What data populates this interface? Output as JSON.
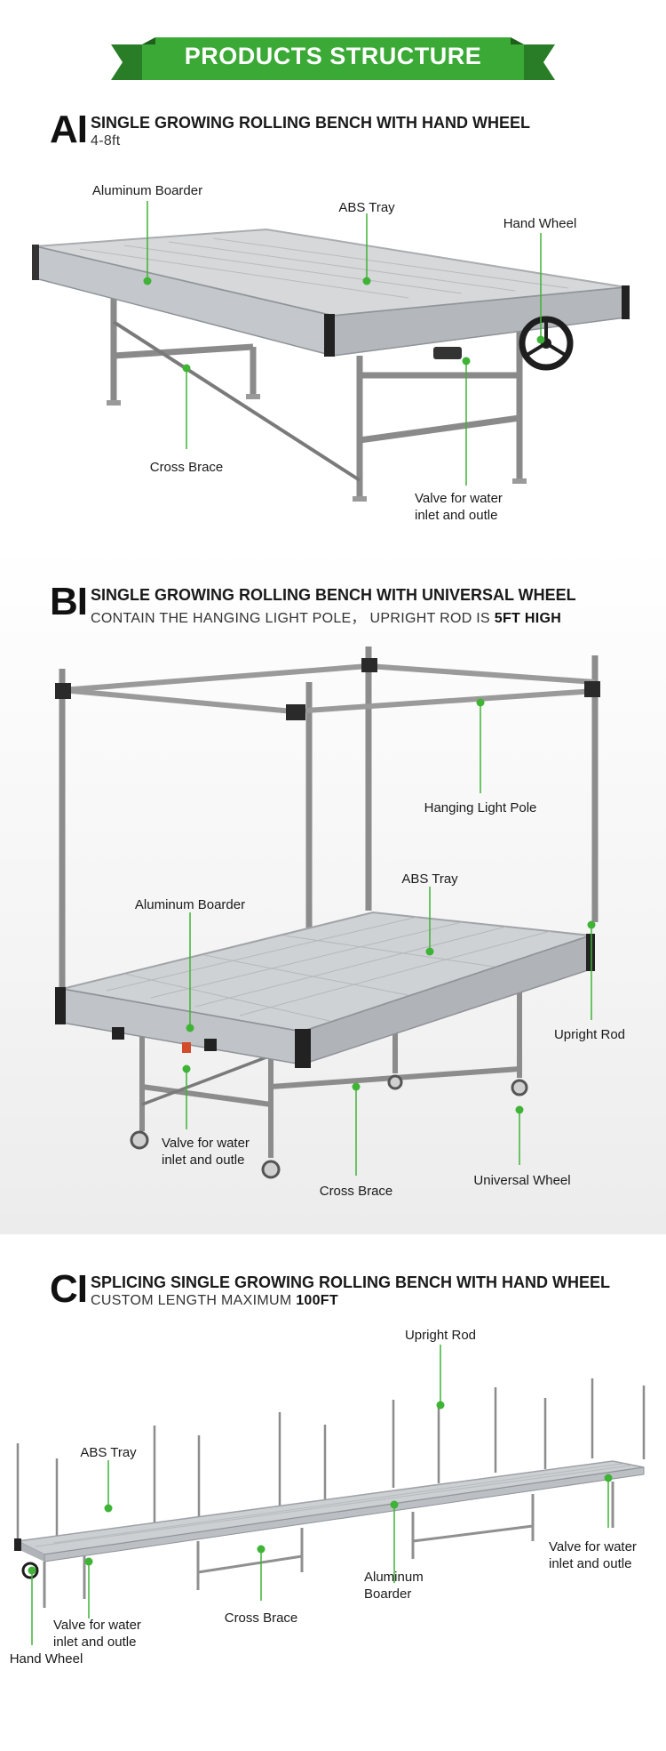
{
  "banner": {
    "title": "PRODUCTS STRUCTURE",
    "color": "#3aa935",
    "shadow": "#2a7d27"
  },
  "accent": "#3fb335",
  "section_a": {
    "letter": "AI",
    "title": "SINGLE GROWING ROLLING BENCH WITH HAND WHEEL",
    "subtitle": "4-8ft",
    "labels": {
      "aluminum_boarder": "Aluminum Boarder",
      "abs_tray": "ABS Tray",
      "hand_wheel": "Hand Wheel",
      "cross_brace": "Cross Brace",
      "valve_line1": "Valve for water",
      "valve_line2": "inlet and outle"
    }
  },
  "section_b": {
    "letter": "BI",
    "title": "SINGLE GROWING ROLLING BENCH WITH UNIVERSAL WHEEL",
    "subtitle_prefix": "CONTAIN THE HANGING LIGHT POLE， UPRIGHT ROD IS ",
    "subtitle_bold": "5FT HIGH",
    "labels": {
      "hanging_light_pole": "Hanging Light Pole",
      "abs_tray": "ABS Tray",
      "aluminum_boarder": "Aluminum Boarder",
      "upright_rod": "Upright Rod",
      "valve_line1": "Valve for water",
      "valve_line2": "inlet and outle",
      "cross_brace": "Cross Brace",
      "universal_wheel": "Universal Wheel"
    }
  },
  "section_c": {
    "letter": "CI",
    "title": "SPLICING SINGLE GROWING ROLLING BENCH WITH HAND WHEEL",
    "subtitle_prefix": "CUSTOM LENGTH MAXIMUM ",
    "subtitle_bold": "100FT",
    "labels": {
      "upright_rod": "Upright Rod",
      "abs_tray": "ABS Tray",
      "valve_right_line1": "Valve for water",
      "valve_right_line2": "inlet and outle",
      "aluminum_line1": "Aluminum",
      "aluminum_line2": "Boarder",
      "valve_left_line1": "Valve for water",
      "valve_left_line2": "inlet and outle",
      "cross_brace": "Cross Brace",
      "hand_wheel": "Hand Wheel"
    }
  }
}
